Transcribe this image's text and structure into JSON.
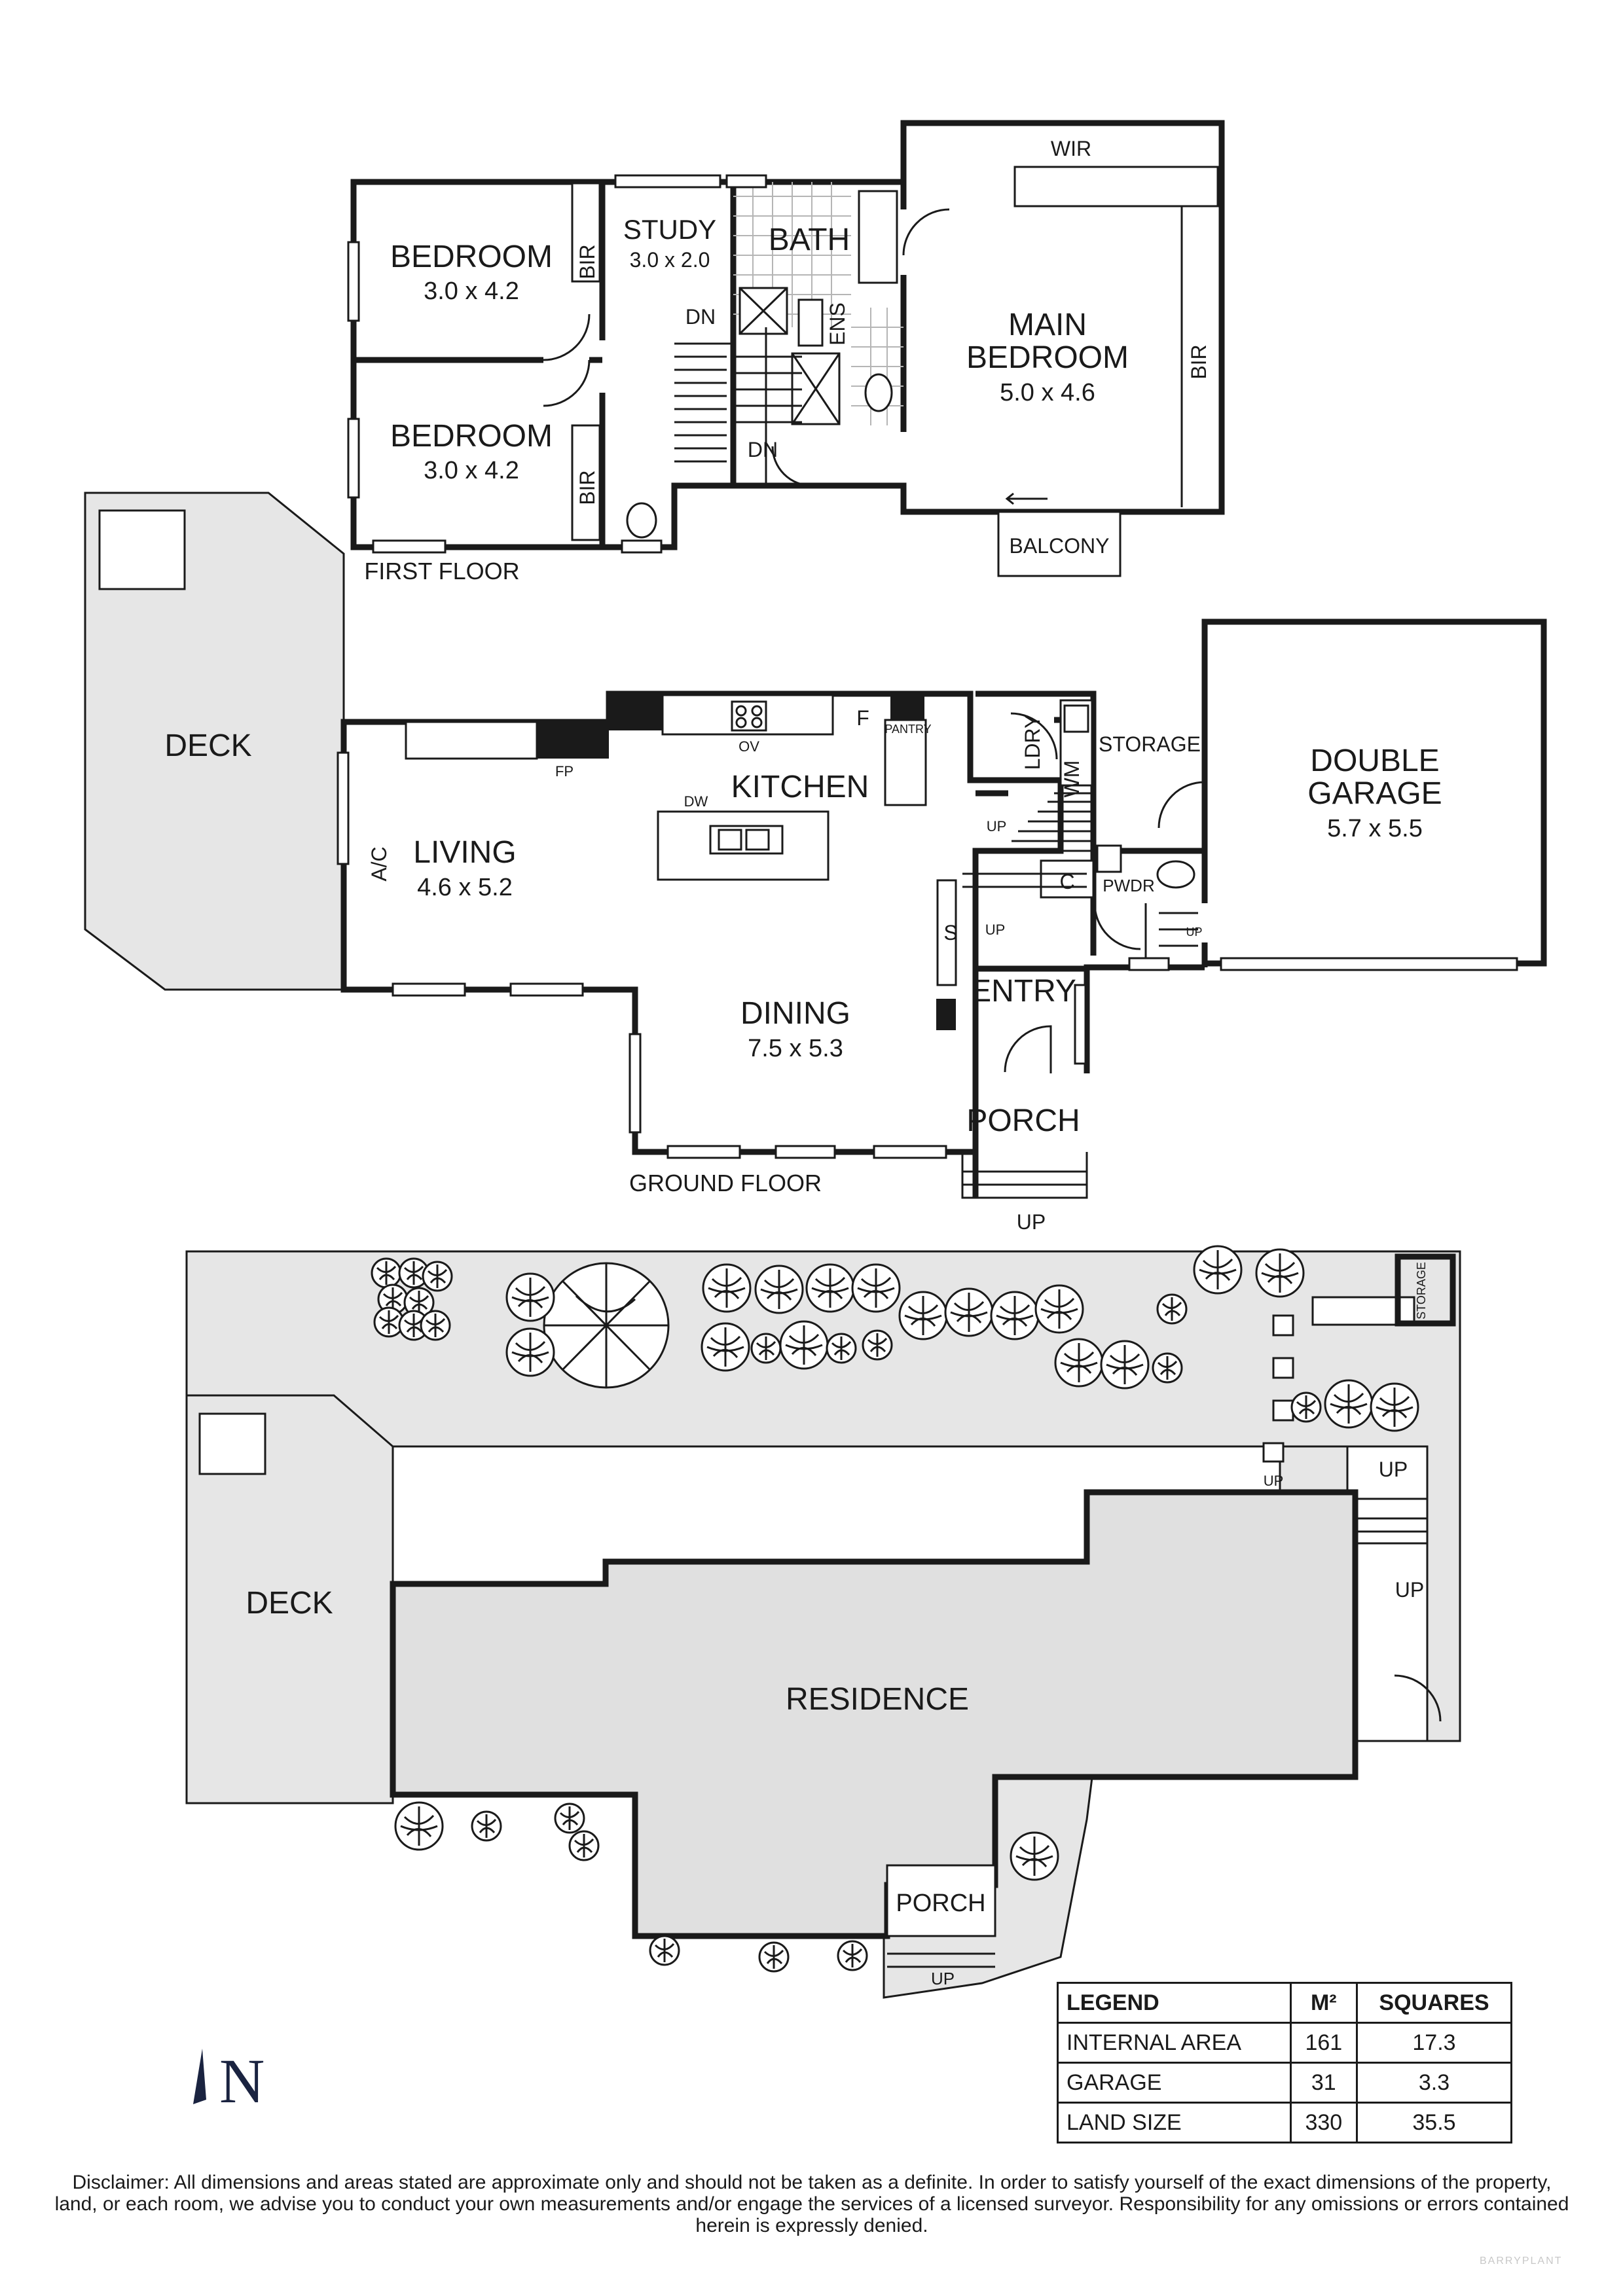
{
  "first_floor": {
    "label": "FIRST FLOOR",
    "rooms": {
      "bedroom1_name": "BEDROOM",
      "bedroom1_dim": "3.0 x 4.2",
      "bedroom2_name": "BEDROOM",
      "bedroom2_dim": "3.0 x 4.2",
      "study_name": "STUDY",
      "study_dim": "3.0 x 2.0",
      "bath": "BATH",
      "ens": "ENS",
      "main_name_1": "MAIN",
      "main_name_2": "BEDROOM",
      "main_dim": "5.0 x 4.6",
      "wir": "WIR",
      "bir": "BIR",
      "balcony": "BALCONY",
      "dn": "DN"
    }
  },
  "ground_floor": {
    "label": "GROUND FLOOR",
    "rooms": {
      "deck": "DECK",
      "living_name": "LIVING",
      "living_dim": "4.6 x 5.2",
      "kitchen": "KITCHEN",
      "dining_name": "DINING",
      "dining_dim": "7.5 x 5.3",
      "entry": "ENTRY",
      "porch": "PORCH",
      "garage_name_1": "DOUBLE",
      "garage_name_2": "GARAGE",
      "garage_dim": "5.7 x 5.5",
      "storage": "STORAGE",
      "ldry": "LDRY",
      "wm": "WM",
      "pwdr": "PWDR",
      "ac": "A/C",
      "fp": "FP",
      "ov": "OV",
      "dw": "DW",
      "f": "F",
      "pantry": "PANTRY",
      "c": "C",
      "s": "S",
      "up": "UP"
    }
  },
  "site_plan": {
    "deck": "DECK",
    "residence": "RESIDENCE",
    "porch": "PORCH",
    "up": "UP",
    "storage": "STORAGE"
  },
  "legend": {
    "headers": [
      "LEGEND",
      "M²",
      "SQUARES"
    ],
    "rows": [
      [
        "INTERNAL AREA",
        "161",
        "17.3"
      ],
      [
        "GARAGE",
        "31",
        "3.3"
      ],
      [
        "LAND SIZE",
        "330",
        "35.5"
      ]
    ]
  },
  "north_label": "N",
  "disclaimer": "Disclaimer: All dimensions and areas stated are approximate only and should not be taken as a definite. In order to satisfy yourself of the exact dimensions of the property, land, or each room, we advise you to conduct your own measurements and/or engage the services of a licensed surveyor. Responsibility for any omissions or errors contained herein is expressly denied.",
  "brand": "BARRYPLANT"
}
